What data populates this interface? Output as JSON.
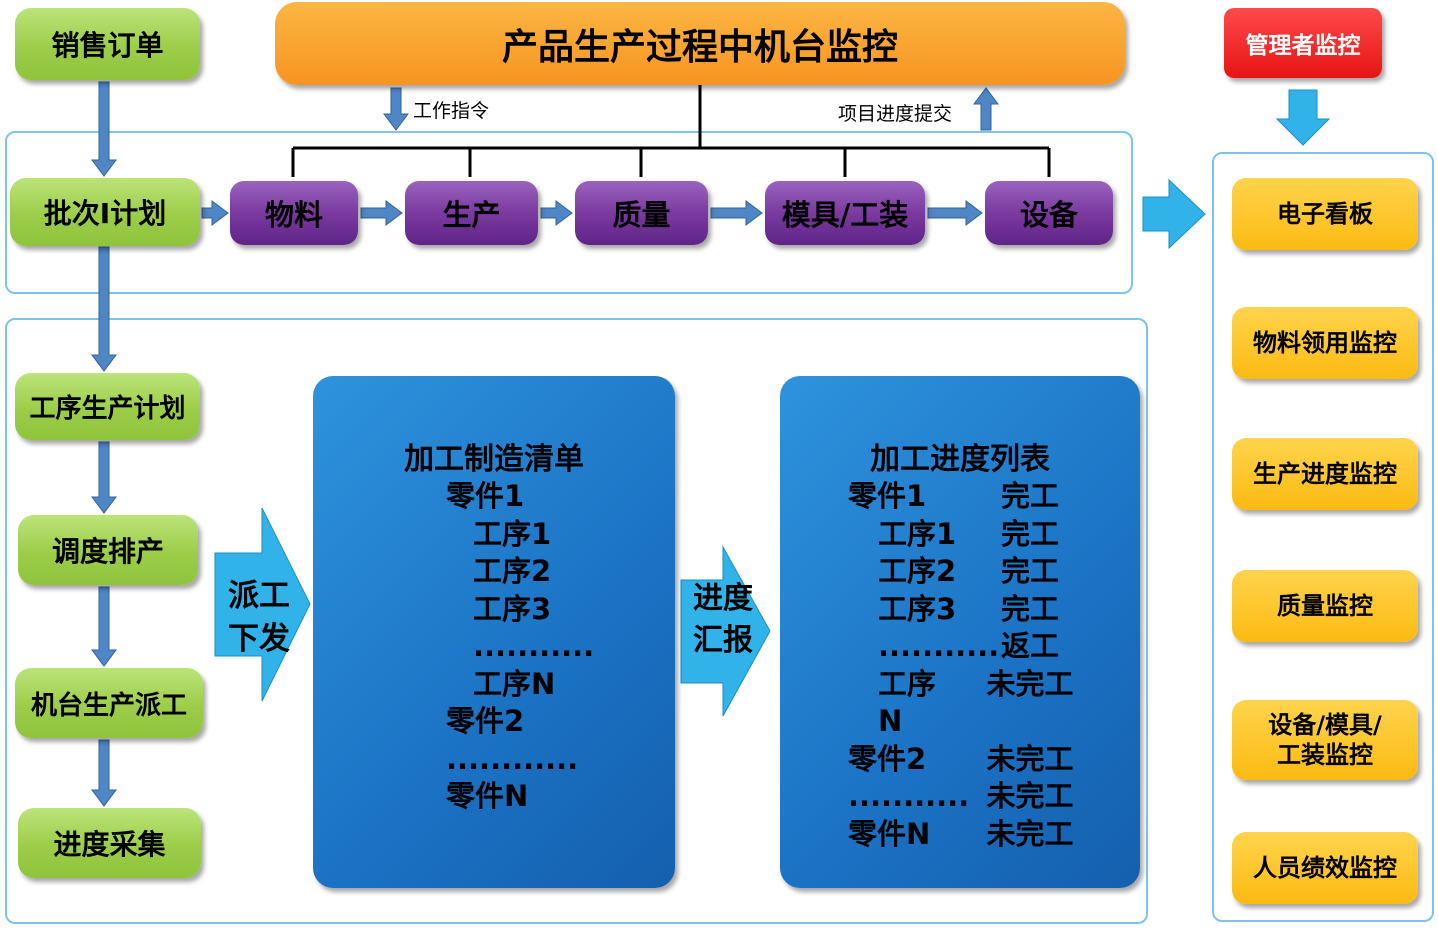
{
  "header": {
    "title": "产品生产过程中机台监控",
    "sales_order": "销售订单",
    "manager_monitor": "管理者监控"
  },
  "flow_labels": {
    "work_instruction": "工作指令",
    "progress_submit": "项目进度提交",
    "dispatch": "派工\n下发",
    "progress_report": "进度\n汇报"
  },
  "plan_flow": {
    "batch_plan": "批次I计划",
    "process_plan": "工序生产计划",
    "scheduling": "调度排产",
    "machine_dispatch": "机台生产派工",
    "progress_collect": "进度采集"
  },
  "resource_row": {
    "items": [
      {
        "label": "物料"
      },
      {
        "label": "生产"
      },
      {
        "label": "质量"
      },
      {
        "label": "模具/工装"
      },
      {
        "label": "设备"
      }
    ]
  },
  "manufacturing_list": {
    "title": "加工制造清单",
    "items": [
      {
        "text": "零件1"
      },
      {
        "text": "工序1"
      },
      {
        "text": "工序2"
      },
      {
        "text": "工序3"
      },
      {
        "text": "..........."
      },
      {
        "text": "工序N"
      },
      {
        "text": "零件2"
      },
      {
        "text": "............"
      },
      {
        "text": "零件N"
      }
    ]
  },
  "progress_list": {
    "title": "加工进度列表",
    "rows": [
      {
        "name": "零件1",
        "status": "完工"
      },
      {
        "name": "工序1",
        "status": "完工"
      },
      {
        "name": "工序2",
        "status": "完工"
      },
      {
        "name": "工序3",
        "status": "完工"
      },
      {
        "name": "...........",
        "status": "返工"
      },
      {
        "name": "工序N",
        "status": "未完工"
      },
      {
        "name": "零件2",
        "status": "未完工"
      },
      {
        "name": "...........",
        "status": "未完工"
      },
      {
        "name": "零件N",
        "status": "未完工"
      }
    ]
  },
  "monitor_panel": {
    "items": [
      {
        "label": "电子看板"
      },
      {
        "label": "物料领用监控"
      },
      {
        "label": "生产进度监控"
      },
      {
        "label": "质量监控"
      },
      {
        "label": "设备/模具/\n工装监控"
      },
      {
        "label": "人员绩效监控"
      }
    ]
  },
  "colors": {
    "green_box": "#9ccd49",
    "orange_box": "#f79421",
    "red_box": "#e61414",
    "purple_box": "#7b3aa0",
    "blue_panel": "#1b72c4",
    "yellow_box": "#fcba12",
    "small_arrow": "#4f86c5",
    "big_arrow": "#31b2e9",
    "container_border": "#7ec4e6",
    "connector_line": "#000000"
  }
}
